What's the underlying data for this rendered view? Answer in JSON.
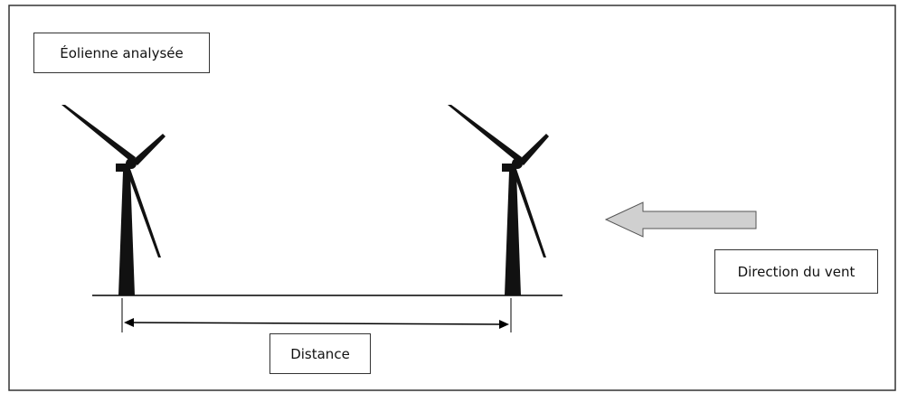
{
  "labels": {
    "analyzed_turbine": "Éolienne analysée",
    "wind_direction": "Direction du vent",
    "distance": "Distance"
  },
  "colors": {
    "turbine": "#111111",
    "frame": "#333333",
    "wind_arrow_fill": "#d0d0d0",
    "wind_arrow_stroke": "#555555",
    "line": "#000000"
  },
  "icons": {
    "turbine_left": "wind-turbine-icon",
    "turbine_right": "wind-turbine-icon",
    "wind_arrow": "arrow-left-icon"
  }
}
